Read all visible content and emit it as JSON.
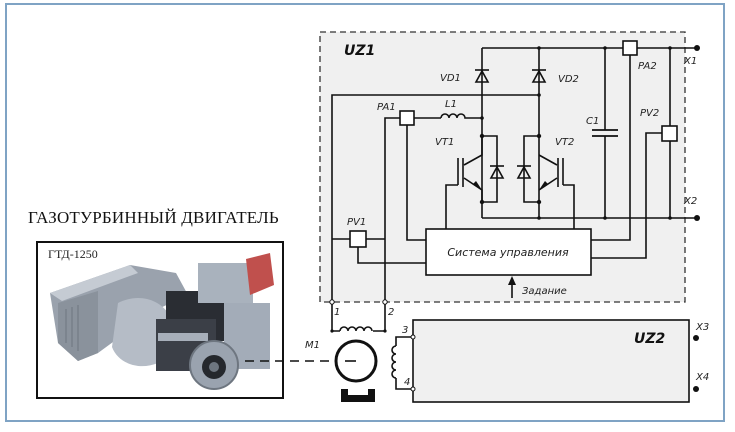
{
  "engine": {
    "title": "ГАЗОТУРБИННЫЙ ДВИГАТЕЛЬ",
    "model": "ГТД-1250",
    "image": "gas-turbine-engine-photo"
  },
  "uz1": {
    "label": "UZ1",
    "components": {
      "vd1": "VD1",
      "vd2": "VD2",
      "l1": "L1",
      "pa1": "PA1",
      "pa2": "PA2",
      "pv1": "PV1",
      "pv2": "PV2",
      "vt1": "VT1",
      "vt2": "VT2",
      "c1": "C1"
    },
    "control_system": "Система управления",
    "setpoint": "Задание",
    "terminals": {
      "x1": "X1",
      "x2": "X2",
      "t1": "1",
      "t2": "2"
    }
  },
  "m1": {
    "label": "M1"
  },
  "uz2": {
    "label": "UZ2",
    "terminals": {
      "t3": "3",
      "t4": "4",
      "x3": "X3",
      "x4": "X4"
    }
  },
  "colors": {
    "frame": "#7fa3c4",
    "block_fill": "#f0f0f0",
    "line": "#111111",
    "engine_accent": "#c0504d"
  }
}
